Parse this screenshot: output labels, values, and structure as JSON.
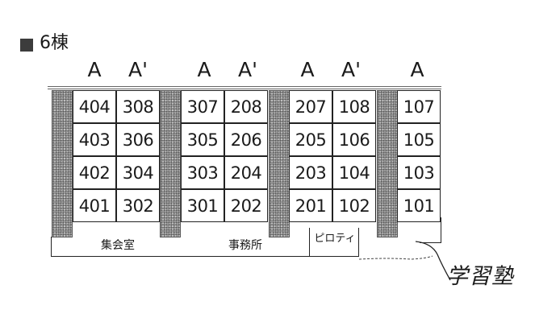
{
  "title": "6棟",
  "type_labels": [
    "A",
    "A'",
    "A",
    "A'",
    "A",
    "A'",
    "A"
  ],
  "units": [
    [
      "404",
      "308",
      "307",
      "208",
      "207",
      "108",
      "107"
    ],
    [
      "403",
      "306",
      "305",
      "206",
      "205",
      "106",
      "105"
    ],
    [
      "402",
      "304",
      "303",
      "204",
      "203",
      "104",
      "103"
    ],
    [
      "401",
      "302",
      "301",
      "202",
      "201",
      "102",
      "101"
    ]
  ],
  "ground_floor": {
    "meeting_room": "集会室",
    "office": "事務所",
    "piloti": "ピロティ"
  },
  "annotation": "学習塾"
}
